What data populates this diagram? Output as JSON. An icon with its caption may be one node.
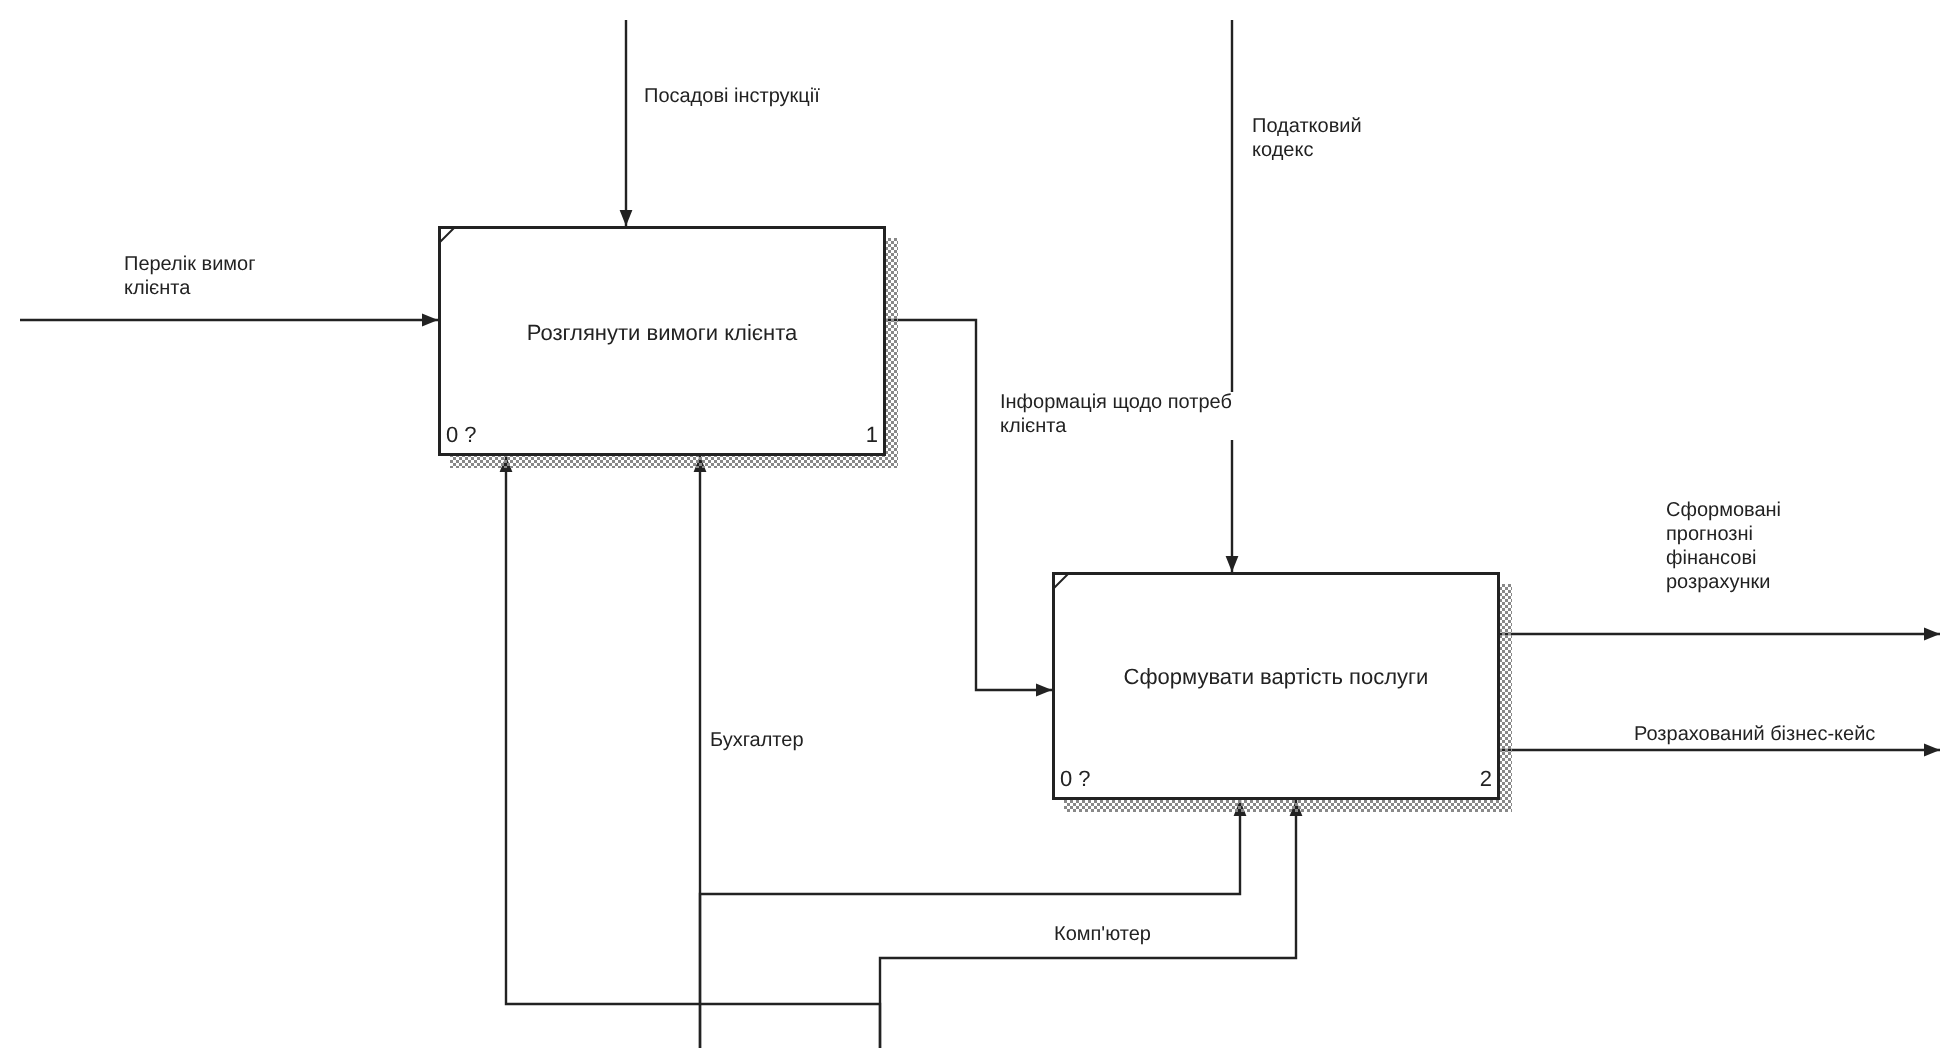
{
  "diagram": {
    "nodes": [
      {
        "text": [
          "Розглянути вимоги клієнта",
          "0 ?",
          "1"
        ]
      },
      {
        "text": [
          "Сформувати вартість послуги",
          "0 ?",
          "2"
        ]
      }
    ],
    "edges": [
      {
        "from": null,
        "to": 0,
        "arrow": "to",
        "label": "Перелік вимог клієнта"
      },
      {
        "from": null,
        "to": 0,
        "arrow": "to",
        "label": "Посадові інструкції"
      },
      {
        "from": 0,
        "to": 1,
        "arrow": "to",
        "label": "Інформація щодо потреб клієнта"
      },
      {
        "from": null,
        "to": 1,
        "arrow": "to",
        "label": "Податковий кодекс"
      },
      {
        "from": 1,
        "to": null,
        "arrow": "to",
        "label": "Сформовані прогнозні фінансові розрахунки"
      },
      {
        "from": 1,
        "to": null,
        "arrow": "to",
        "label": "Розрахований бізнес-кейс"
      },
      {
        "from": null,
        "to": 0,
        "arrow": "to",
        "label": "Бухгалтер"
      },
      {
        "from": null,
        "to": 1,
        "arrow": "to"
      },
      {
        "from": null,
        "to": 0,
        "arrow": "to"
      },
      {
        "from": null,
        "to": 1,
        "arrow": "to",
        "label": "Комп'ютер"
      }
    ]
  }
}
